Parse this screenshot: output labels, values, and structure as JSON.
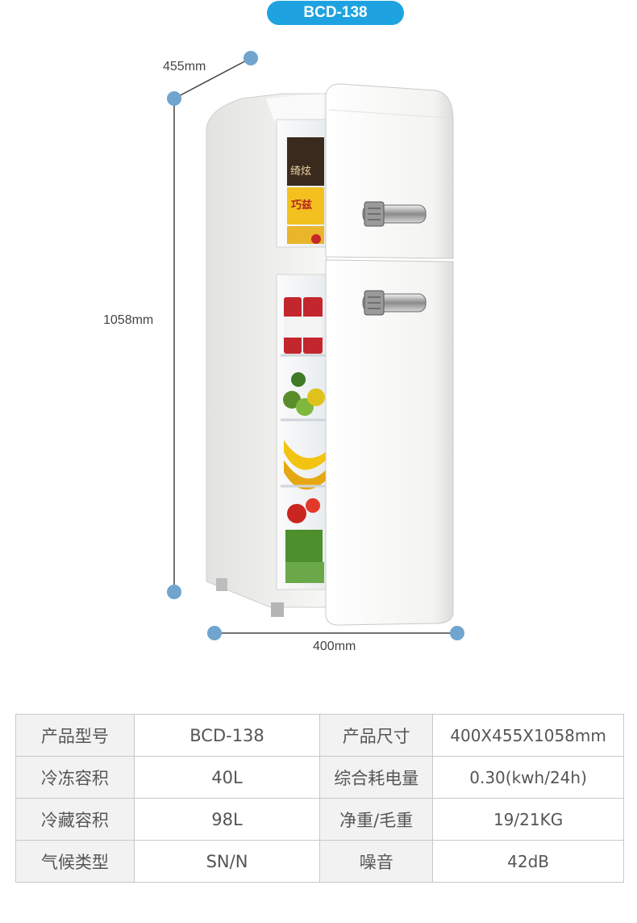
{
  "model_badge": "BCD-138",
  "dimensions": {
    "depth": "455mm",
    "height": "1058mm",
    "width": "400mm"
  },
  "colors": {
    "accent": "#1fa3e0",
    "dimension_dot": "#6fa5cf",
    "table_label_bg": "#f2f2f2",
    "fridge_body": "#f4f4f2"
  },
  "specs": [
    {
      "label1": "产品型号",
      "value1": "BCD-138",
      "label2": "产品尺寸",
      "value2": "400X455X1058mm"
    },
    {
      "label1": "冷冻容积",
      "value1": "40L",
      "label2": "综合耗电量",
      "value2": "0.30(kwh/24h)"
    },
    {
      "label1": "冷藏容积",
      "value1": "98L",
      "label2": "净重/毛重",
      "value2": "19/21KG"
    },
    {
      "label1": "气候类型",
      "value1": "SN/N",
      "label2": "噪音",
      "value2": "42dB"
    }
  ]
}
